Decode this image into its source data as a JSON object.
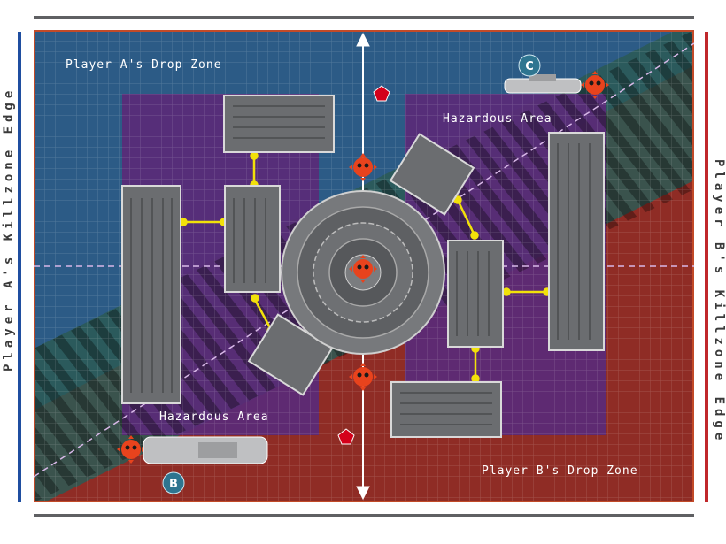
{
  "edges": {
    "left_label": "Player A's Killzone Edge",
    "right_label": "Player B's Killzone Edge"
  },
  "zones": {
    "a_drop_zone": "Player A's Drop Zone",
    "b_drop_zone": "Player B's Drop Zone",
    "hazard_top": "Hazardous Area",
    "hazard_bottom": "Hazardous Area"
  },
  "markers": {
    "c": "C",
    "b": "B"
  },
  "colors": {
    "player_a": "#2c5b86",
    "player_b": "#8f2c25",
    "hazard": "#5a2a78",
    "objective_icon": "#e8431d",
    "connector": "#f2e10a",
    "drop_marker": "#d4001a",
    "edge_a": "#1f4ea0",
    "edge_b": "#c0282b"
  },
  "icons": [
    "skull-objective-icon",
    "pentagon-drop-icon",
    "vehicle-icon",
    "arrow-icon"
  ]
}
